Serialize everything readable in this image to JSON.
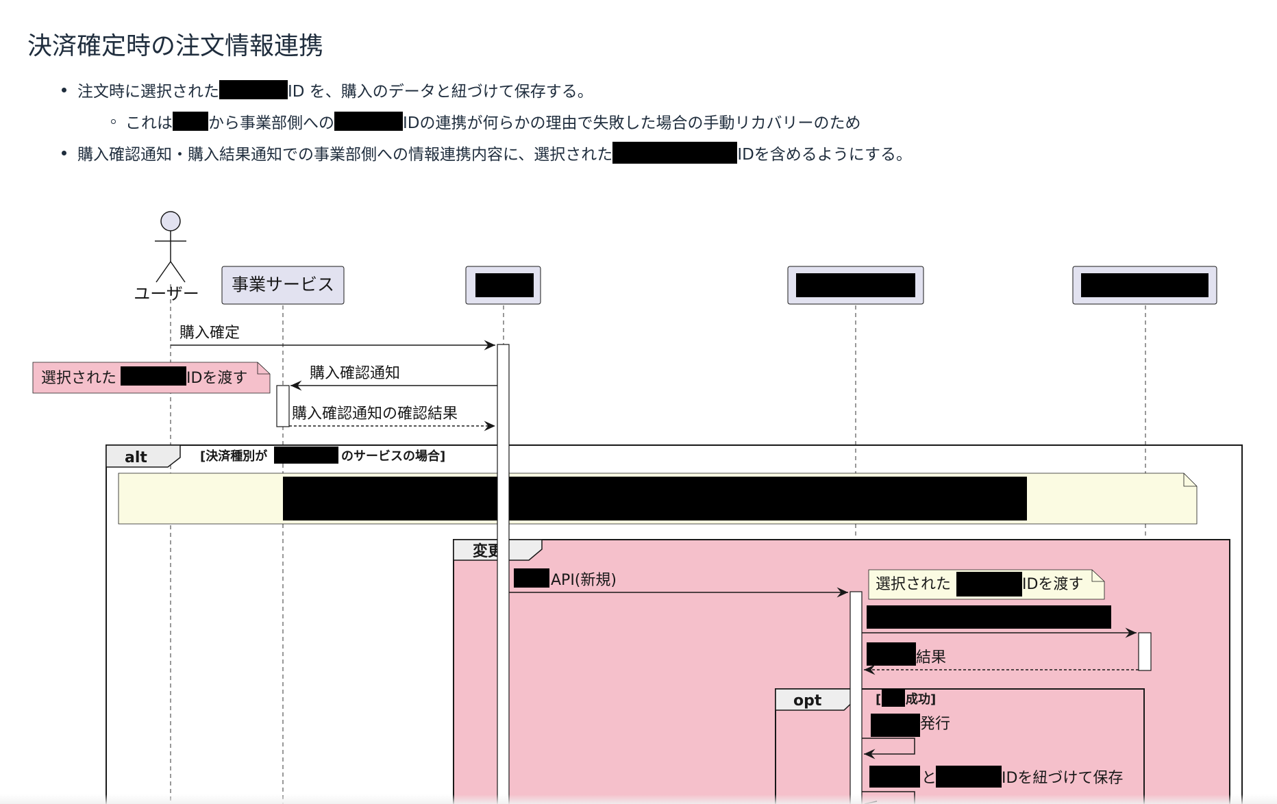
{
  "page": {
    "title": "決済確定時の注文情報連携"
  },
  "bullets": [
    {
      "level": 1,
      "before": "注文時に選択された",
      "after": "ID を、購入のデータと紐づけて保存する。"
    },
    {
      "level": 2,
      "before": "これは",
      "middle": "から事業部側への",
      "after": "IDの連携が何らかの理由で失敗した場合の手動リカバリーのため"
    },
    {
      "level": 1,
      "before": "購入確認通知・購入結果通知での事業部側への情報連携内容に、選択された",
      "after": "IDを含めるようにする。"
    }
  ],
  "diagram": {
    "participants": {
      "user": "ユーザー",
      "service": "事業サービス"
    },
    "messages": {
      "purchase_confirm": "購入確定",
      "confirm_notice": "購入確認通知",
      "confirm_result": "購入確認通知の確認結果",
      "api_new_suffix": "API(新規)",
      "result_suffix": "結果",
      "issue_suffix": "発行",
      "link_save_mid": "と",
      "link_save_suffix": "IDを紐づけて保存"
    },
    "notes": {
      "pink_note_before": "選択された",
      "pink_note_after": "IDを渡す",
      "yellow_note_before": "選択された",
      "yellow_note_after": "IDを渡す"
    },
    "fragments": {
      "alt_label": "alt",
      "alt_cond_before": "[決済種別が",
      "alt_cond_after": "のサービスの場合]",
      "change_label": "変更",
      "opt_label": "opt",
      "opt_cond_before": "[",
      "opt_cond_after": "成功]"
    },
    "colors": {
      "participant_fill": "#e2e2f0",
      "pink_fill": "#f5c0cb",
      "note_yellow": "#fbfbe2",
      "line": "#181818"
    }
  }
}
